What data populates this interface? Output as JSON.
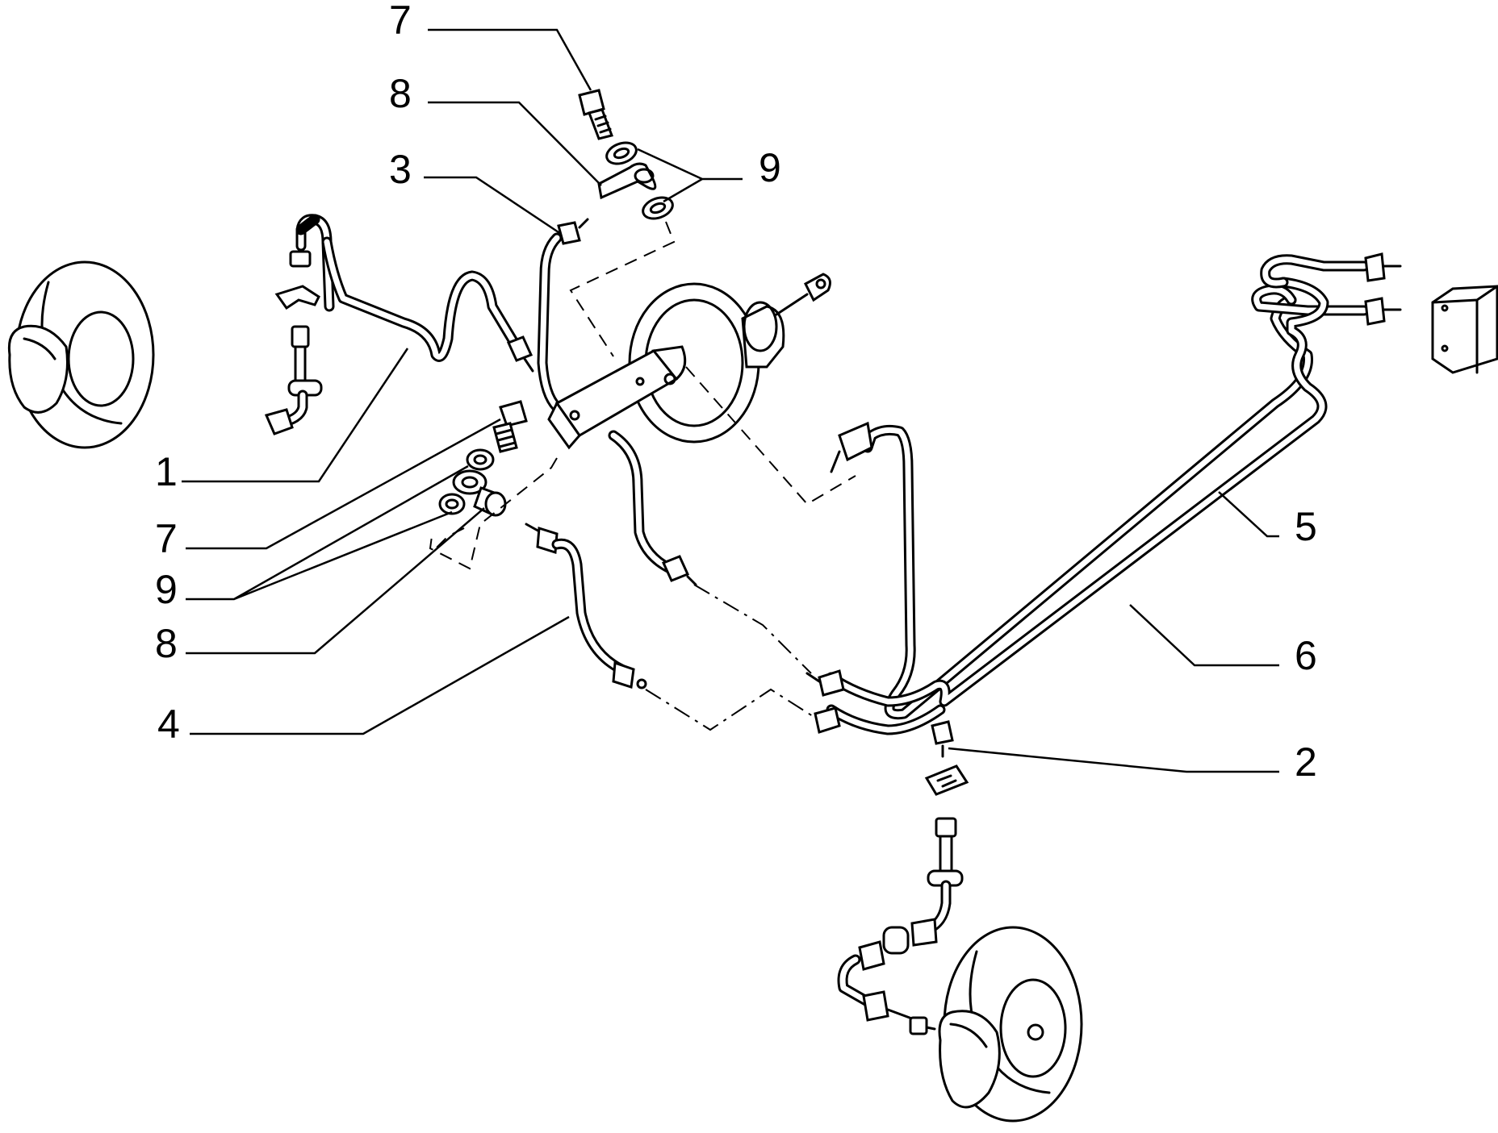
{
  "callouts": {
    "c1": "1",
    "c2": "2",
    "c3": "3",
    "c4": "4",
    "c5": "5",
    "c6": "6",
    "c7_top": "7",
    "c7_left": "7",
    "c8_top": "8",
    "c8_left": "8",
    "c9_top": "9",
    "c9_left": "9"
  },
  "icons": {
    "brake_disc": "brake-disc-icon",
    "servo": "brake-servo-icon",
    "valve_block": "valve-block-icon"
  }
}
